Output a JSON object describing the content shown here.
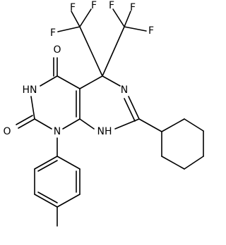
{
  "molecule": {
    "atoms": {
      "f1": "F",
      "f2": "F",
      "f3": "F",
      "f4": "F",
      "f5": "F",
      "f6": "F",
      "o_top": "O",
      "o_left": "O",
      "n_amide": "HN",
      "n_imine": "N",
      "n_aryl": "N",
      "n_h": "NH"
    }
  }
}
